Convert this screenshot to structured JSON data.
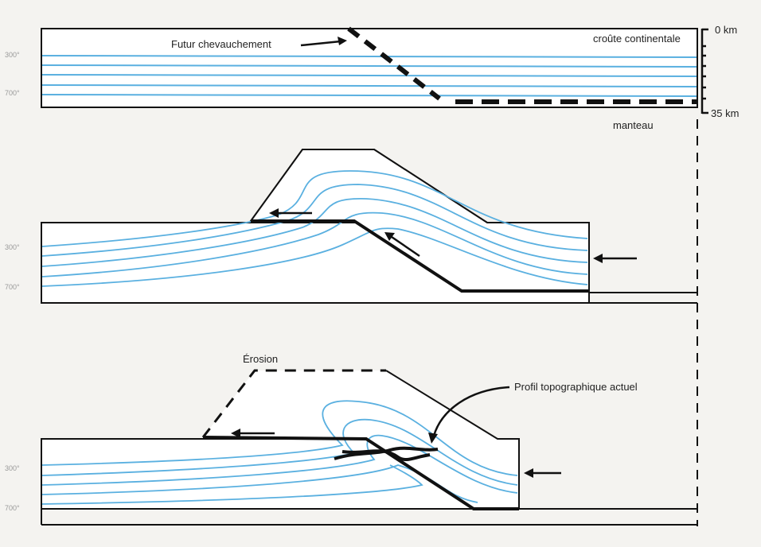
{
  "labels": {
    "future_thrust": "Futur chevauchement",
    "continental_crust": "croûte continentale",
    "mantle": "manteau",
    "depth_top": "0 km",
    "depth_bottom": "35 km",
    "erosion": "Érosion",
    "current_profile": "Profil topographique actuel"
  },
  "isotherms": {
    "upper": "300°",
    "lower": "700°"
  },
  "colors": {
    "isotherm": "#5ab0e0",
    "outline": "#111111"
  }
}
